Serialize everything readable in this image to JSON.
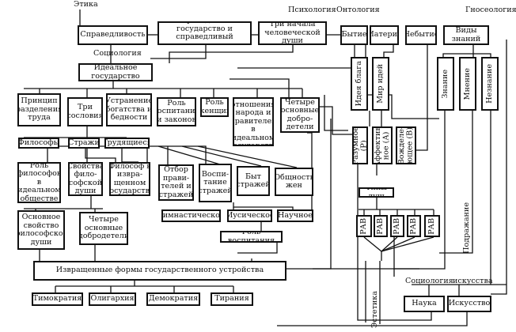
{
  "sections": {
    "ethics": "Этика",
    "psychology": "Психология",
    "ontology": "Онтология",
    "gnoseology": "Гносеология",
    "sociology": "Социология",
    "sociology_of_art": "Социология",
    "art": "искусства",
    "imitation": "Подражание",
    "aesthetics": "Эстетика"
  },
  "nodes": {
    "justice": "Справедливость",
    "just_state": "Справедливое государство и справедливый человек",
    "three_beginnings": "Три начала человеческой души",
    "being": "Бытие",
    "matter": "Материя",
    "non_being": "Небытие",
    "kinds_of_knowledge": "Виды знаний",
    "ideal_state": "Идеальное государство",
    "idea_of_good": "Идея блага",
    "world_of_ideas": "Мир идей",
    "knowledge": "Знание",
    "opinion": "Мнение",
    "ignorance": "Незнание",
    "division_of_labor": "Принцип разделения труда",
    "three_estates": "Три сословия",
    "elimination_wealth_poverty": "Устранение богатства и бедности",
    "role_of_education_laws": "Роль воспитания и законов",
    "role_of_women": "Роль женщин",
    "relations_people_rulers": "Взаимо­отношения народа и правителей в идеальном государстве",
    "four_virtues_top": "Четыре основные добро­детели",
    "reason": "Разумное (Р)",
    "affective": "Аффектив­ное (А)",
    "desire": "Вожделе­ющее (В)",
    "philosophers": "Философы",
    "guards": "Стражи",
    "workers": "Трудящиеся",
    "soul_types": "Типы душ",
    "role_philosophers": "Роль философов в идеальном обществе",
    "properties_philosopher_soul": "Свойства фило­софской души",
    "philosopher_perverted_state": "Философ в изврa­щенном государстве",
    "selection_rulers_guards": "Отбор прави­телей и стражей",
    "education_of_guards": "Воспи­тание стражей",
    "life_of_guards": "Быт стражей",
    "community_of_wives": "Общность жен",
    "main_property_soul": "Основное свойство философской души",
    "four_virtues_bottom": "Четыре основные добродетели",
    "gymnastic": "Гимнастическое",
    "musical": "Мусическое",
    "scientific": "Научное",
    "role_of_education": "Роль воспитания",
    "perverted_forms": "Извращенные формы государственного устройства",
    "timocracy": "Тимократия",
    "oligarchy": "Олигархия",
    "democracy": "Демократия",
    "tyranny": "Тирания",
    "science": "Наука",
    "art_box": "Искусство"
  },
  "soul_type_codes": [
    "РАВ",
    "РАВ",
    "РАВ",
    "РАВ",
    "РАВ"
  ]
}
